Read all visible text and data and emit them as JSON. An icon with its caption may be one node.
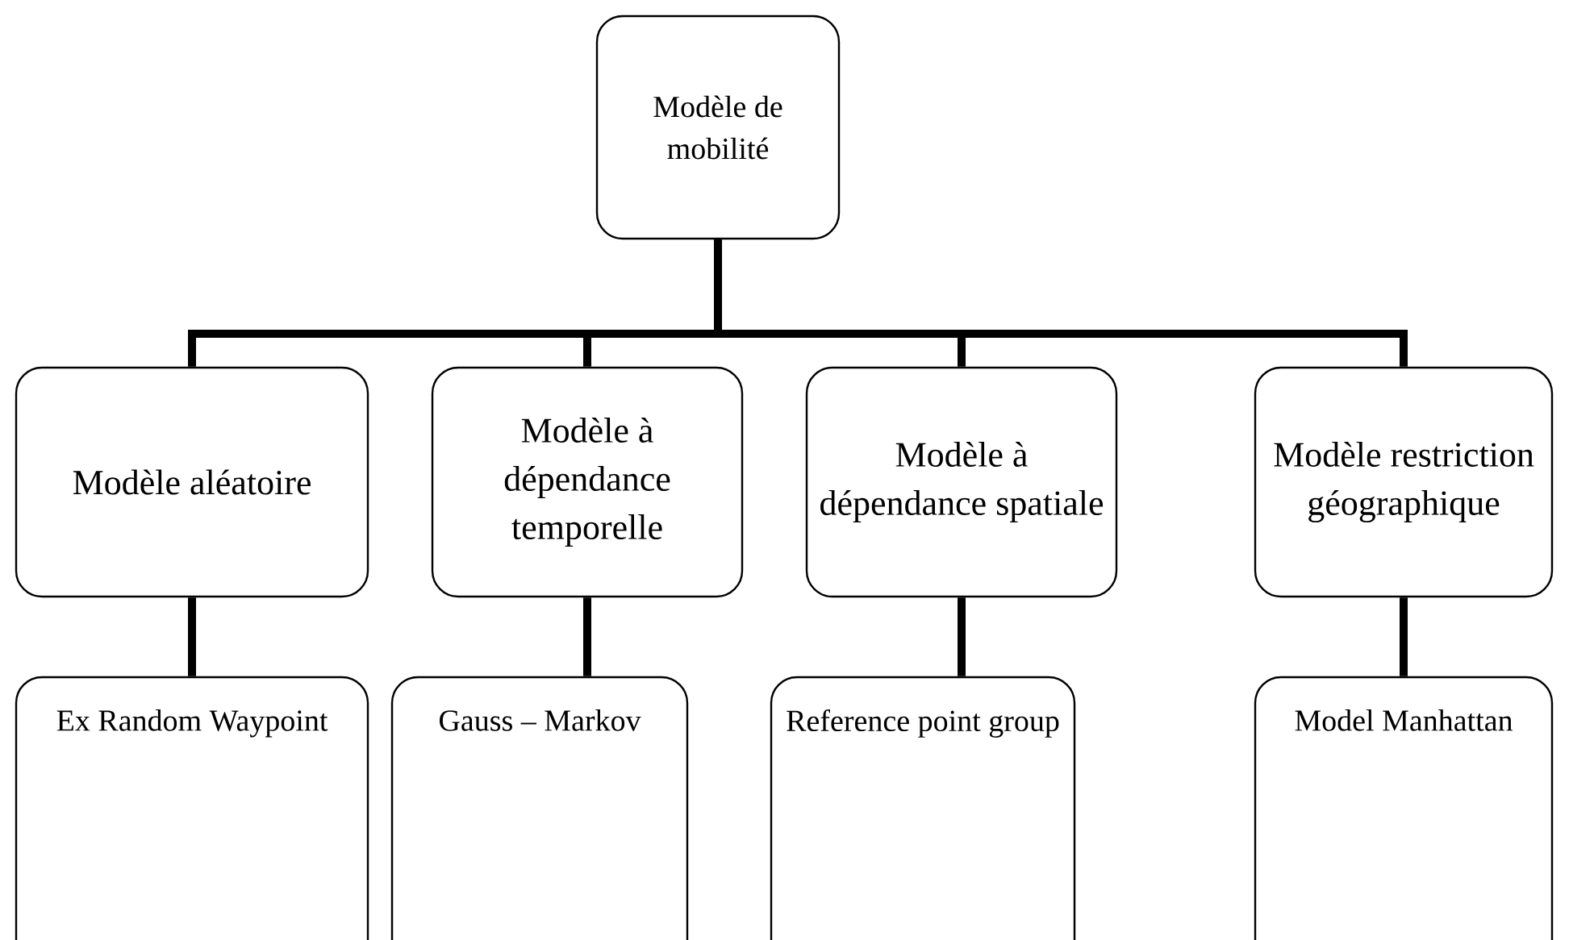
{
  "diagram": {
    "nodes": [
      {
        "text": [
          "Modèle de mobilité"
        ]
      },
      {
        "text": [
          "Modèle aléatoire"
        ]
      },
      {
        "text": [
          "Modèle à dépendance temporelle"
        ]
      },
      {
        "text": [
          "Modèle à dépendance spatiale"
        ]
      },
      {
        "text": [
          "Modèle restriction géographique"
        ]
      },
      {
        "text": [
          "Ex Random Waypoint"
        ]
      },
      {
        "text": [
          "Gauss – Markov"
        ]
      },
      {
        "text": [
          "Reference point group"
        ]
      },
      {
        "text": [
          "Model Manhattan"
        ]
      }
    ],
    "edges": [
      {
        "from": 0,
        "to": 1,
        "arrow": "none"
      },
      {
        "from": 0,
        "to": 2,
        "arrow": "none"
      },
      {
        "from": 0,
        "to": 3,
        "arrow": "none"
      },
      {
        "from": 0,
        "to": 4,
        "arrow": "none"
      },
      {
        "from": 1,
        "to": 5,
        "arrow": "none"
      },
      {
        "from": 2,
        "to": 6,
        "arrow": "none"
      },
      {
        "from": 3,
        "to": 7,
        "arrow": "none"
      },
      {
        "from": 4,
        "to": 8,
        "arrow": "none"
      }
    ]
  }
}
